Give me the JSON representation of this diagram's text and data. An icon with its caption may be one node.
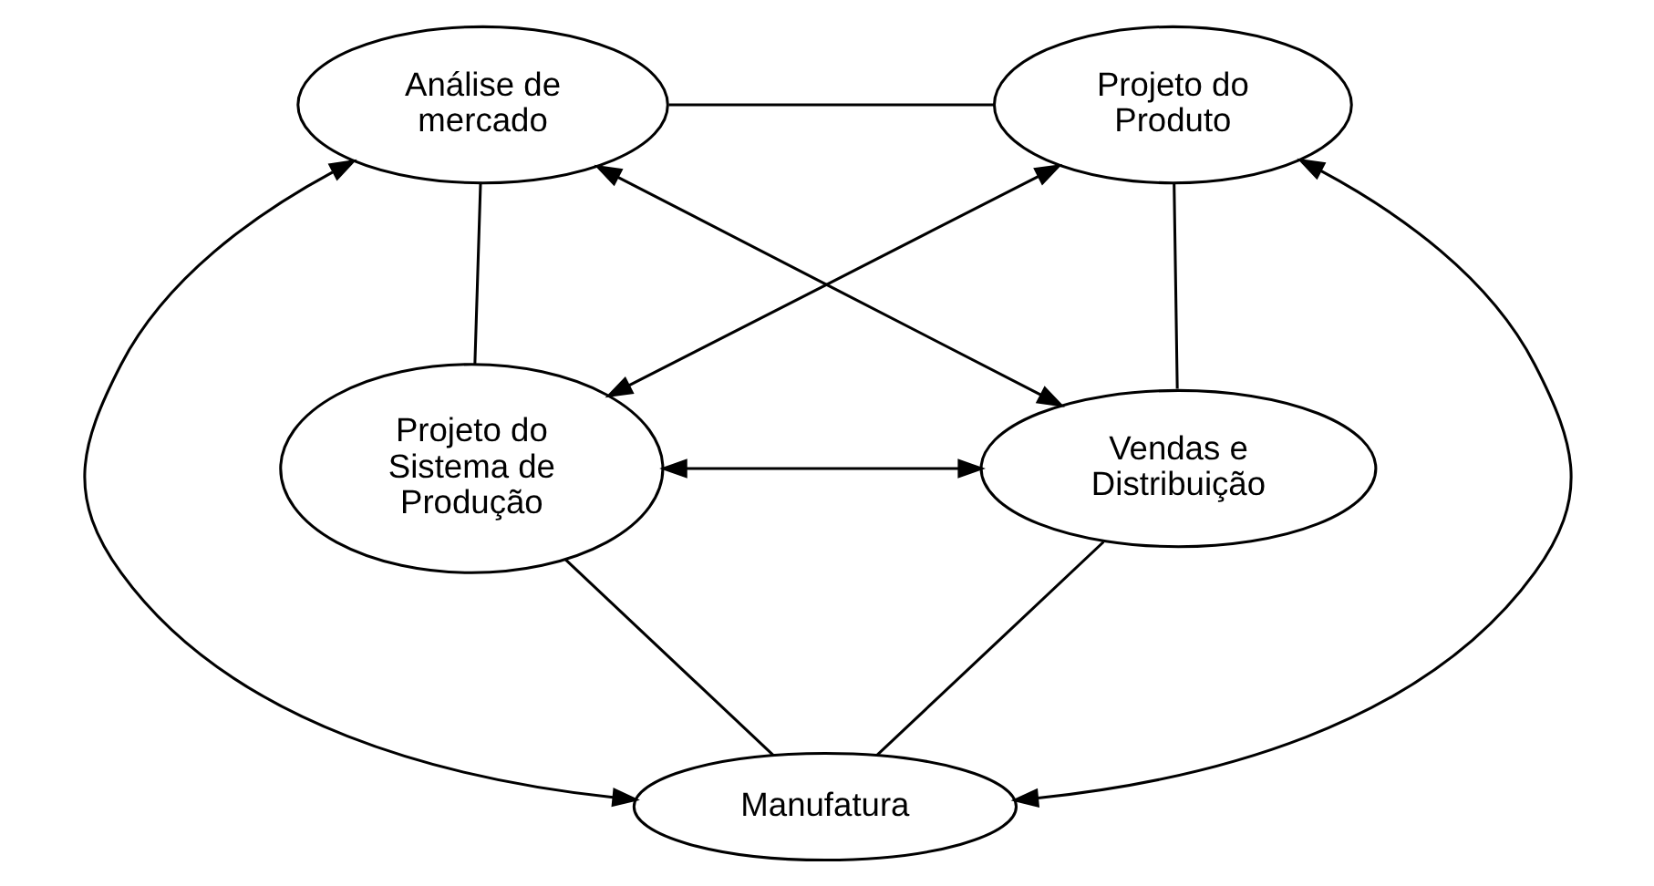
{
  "diagram": {
    "nodes": [
      {
        "text": [
          "Análise de mercado"
        ]
      },
      {
        "text": [
          "Projeto do Produto"
        ]
      },
      {
        "text": [
          "Projeto do Sistema de Produção"
        ]
      },
      {
        "text": [
          "Vendas e Distribuição"
        ]
      },
      {
        "text": [
          "Manufatura"
        ]
      }
    ],
    "edges": [
      {
        "from": 0,
        "to": 1,
        "arrow": "none"
      },
      {
        "from": 1,
        "to": 3,
        "arrow": "none"
      },
      {
        "from": 3,
        "to": 4,
        "arrow": "none"
      },
      {
        "from": 4,
        "to": 2,
        "arrow": "none"
      },
      {
        "from": 2,
        "to": 0,
        "arrow": "none"
      },
      {
        "from": 0,
        "to": 4,
        "arrow": "both"
      },
      {
        "from": 1,
        "to": 4,
        "arrow": "both"
      },
      {
        "from": 0,
        "to": 3,
        "arrow": "both"
      },
      {
        "from": 1,
        "to": 2,
        "arrow": "both"
      },
      {
        "from": 2,
        "to": 3,
        "arrow": "both"
      }
    ]
  }
}
